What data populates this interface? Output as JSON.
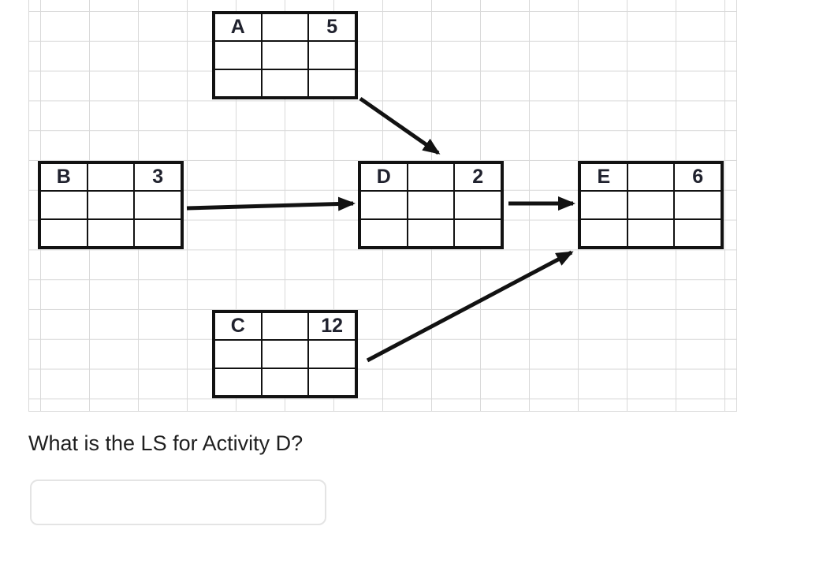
{
  "diagram": {
    "nodes": [
      {
        "id": "A",
        "label": "A",
        "duration": "5"
      },
      {
        "id": "B",
        "label": "B",
        "duration": "3"
      },
      {
        "id": "C",
        "label": "C",
        "duration": "12"
      },
      {
        "id": "D",
        "label": "D",
        "duration": "2"
      },
      {
        "id": "E",
        "label": "E",
        "duration": "6"
      }
    ],
    "edges": [
      {
        "from": "A",
        "to": "D"
      },
      {
        "from": "B",
        "to": "D"
      },
      {
        "from": "D",
        "to": "E"
      },
      {
        "from": "C",
        "to": "E"
      }
    ],
    "colors": {
      "node_border": "#121212",
      "arrow": "#121212",
      "gridline": "#d9d9d9",
      "text": "#20222e"
    }
  },
  "question": {
    "text": "What is the LS for Activity D?"
  },
  "answer": {
    "value": "",
    "placeholder": ""
  }
}
